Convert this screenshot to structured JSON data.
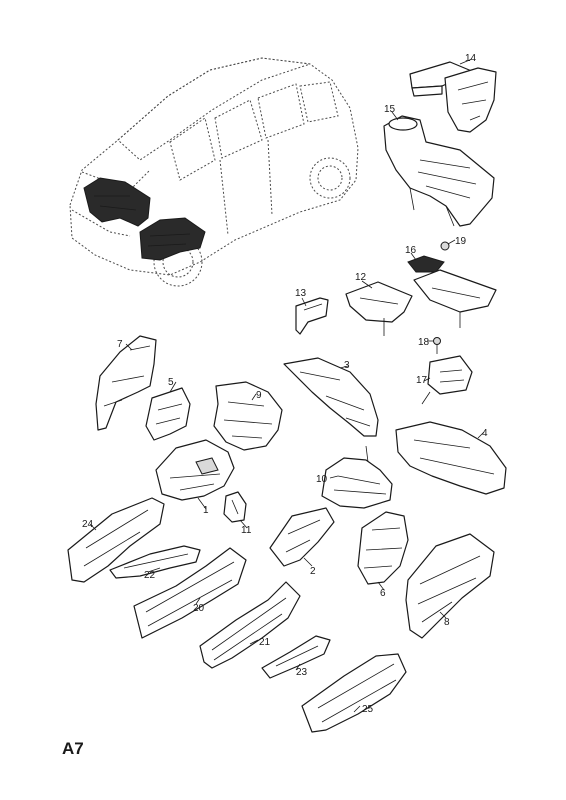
{
  "page_code": "A7",
  "callouts": [
    {
      "id": "1",
      "label": "1"
    },
    {
      "id": "2",
      "label": "2"
    },
    {
      "id": "3",
      "label": "3"
    },
    {
      "id": "4",
      "label": "4"
    },
    {
      "id": "5",
      "label": "5"
    },
    {
      "id": "6",
      "label": "6"
    },
    {
      "id": "7",
      "label": "7"
    },
    {
      "id": "8",
      "label": "8"
    },
    {
      "id": "9",
      "label": "9"
    },
    {
      "id": "10",
      "label": "10"
    },
    {
      "id": "11",
      "label": "11"
    },
    {
      "id": "12",
      "label": "12"
    },
    {
      "id": "13",
      "label": "13"
    },
    {
      "id": "14",
      "label": "14"
    },
    {
      "id": "15",
      "label": "15"
    },
    {
      "id": "16",
      "label": "16"
    },
    {
      "id": "17",
      "label": "17"
    },
    {
      "id": "18",
      "label": "18"
    },
    {
      "id": "19",
      "label": "19"
    },
    {
      "id": "20",
      "label": "20"
    },
    {
      "id": "21",
      "label": "21"
    },
    {
      "id": "22",
      "label": "22"
    },
    {
      "id": "23",
      "label": "23"
    },
    {
      "id": "24",
      "label": "24"
    },
    {
      "id": "25",
      "label": "25"
    }
  ]
}
